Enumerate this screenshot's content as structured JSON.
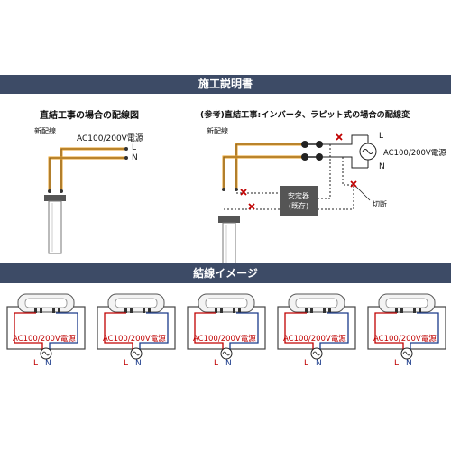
{
  "header": {
    "title": "施工説明書"
  },
  "left_diagram": {
    "title": "直結工事の場合の配線図",
    "new_wiring_label": "新配線",
    "power_label": "AC100/200V電源",
    "l_label": "L",
    "n_label": "N"
  },
  "right_diagram": {
    "title": "(参考)直結工事:インバータ、ラピット式の場合の配線変",
    "new_wiring_label": "新配線",
    "power_label": "AC100/200V電源",
    "l_label": "L",
    "n_label": "N",
    "ballast_line1": "安定器",
    "ballast_line2": "(既存)",
    "cut_label": "切断"
  },
  "wiring_section": {
    "title": "結線イメージ",
    "items": [
      {
        "power_label": "AC100/200V電源",
        "l": "L",
        "n": "N"
      },
      {
        "power_label": "AC100/200V電源",
        "l": "L",
        "n": "N"
      },
      {
        "power_label": "AC100/200V電源",
        "l": "L",
        "n": "N"
      },
      {
        "power_label": "AC100/200V電源",
        "l": "L",
        "n": "N"
      },
      {
        "power_label": "AC100/200V電源",
        "l": "L",
        "n": "N"
      }
    ]
  },
  "colors": {
    "banner": "#3d4b66",
    "wire": "#e8a02a",
    "live": "#c00000",
    "neutral": "#1a3a8a"
  }
}
